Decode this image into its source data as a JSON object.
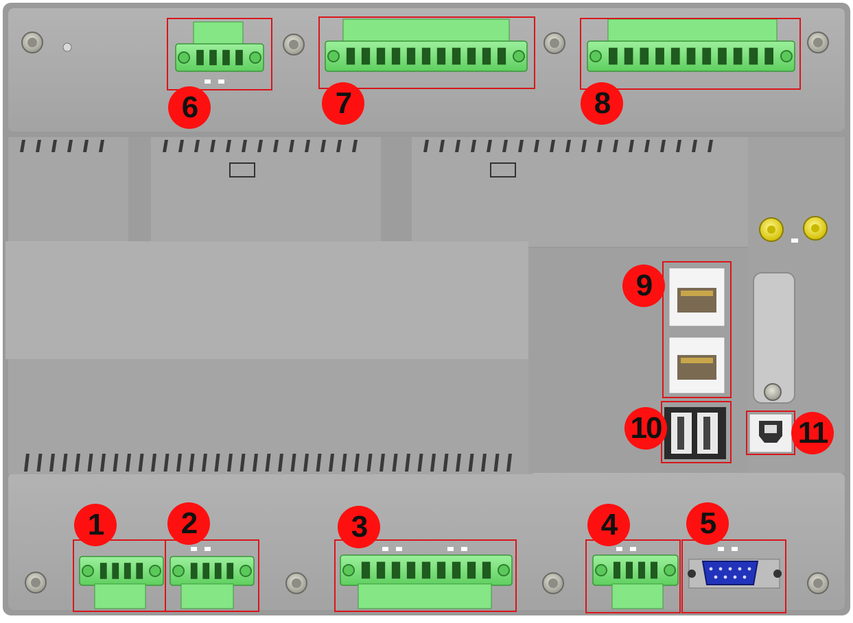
{
  "colors": {
    "panel": "#a9a9a9",
    "panel_dark": "#8f8f8f",
    "connector_green": "#7be07b",
    "highlight_red": "#d9161c",
    "badge_red": "#ff1010",
    "db9_blue": "#2233bb",
    "ground_yellow": "#f0e020"
  },
  "callouts": [
    {
      "id": "1",
      "label": "1"
    },
    {
      "id": "2",
      "label": "2"
    },
    {
      "id": "3",
      "label": "3"
    },
    {
      "id": "4",
      "label": "4"
    },
    {
      "id": "5",
      "label": "5"
    },
    {
      "id": "6",
      "label": "6"
    },
    {
      "id": "7",
      "label": "7"
    },
    {
      "id": "8",
      "label": "8"
    },
    {
      "id": "9",
      "label": "9"
    },
    {
      "id": "10",
      "label": "10"
    },
    {
      "id": "11",
      "label": "11"
    }
  ],
  "parts": {
    "terminal_icon": "green-terminal-block-icon",
    "rj45_icon": "rj45-port-icon",
    "usb_a_icon": "usb-a-port-icon",
    "usb_b_icon": "usb-b-port-icon",
    "db9_icon": "db9-serial-port-icon",
    "ground_icon": "ground-terminal-icon"
  }
}
